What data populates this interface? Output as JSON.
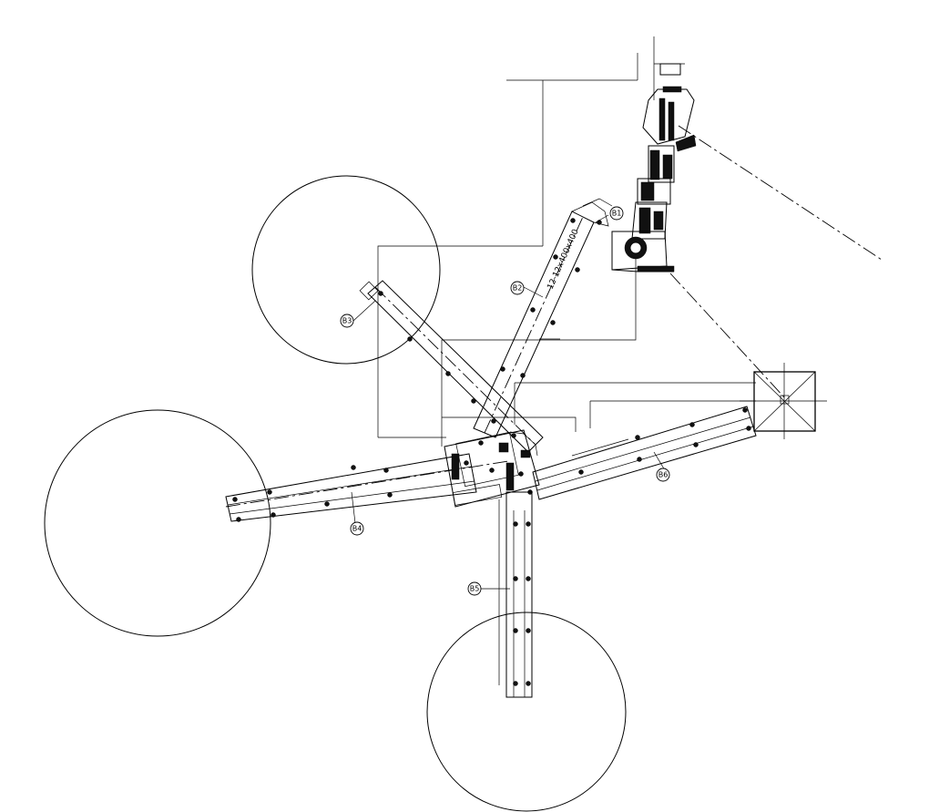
{
  "tags": {
    "b1": "B1",
    "b2": "B2",
    "b3": "B3",
    "b4": "B4",
    "b5": "B5",
    "b6": "B6"
  },
  "notes": {
    "b2_pipe": "12-12x400x400"
  }
}
